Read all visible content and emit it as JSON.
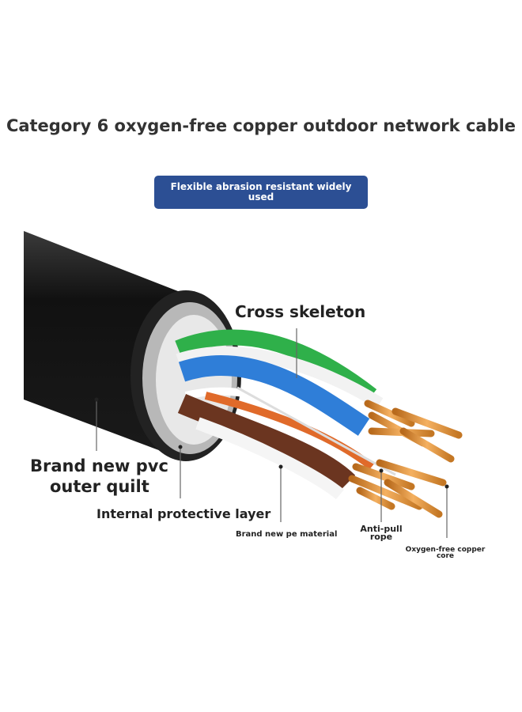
{
  "title": "Category 6 oxygen-free copper outdoor network cable",
  "badge": "Flexible abrasion resistant widely used",
  "labels": {
    "cross_skeleton": "Cross skeleton",
    "pvc_line1": "Brand new pvc",
    "pvc_line2": "outer quilt",
    "protective_layer": "Internal protective layer",
    "pe_material": "Brand new pe material",
    "anti_pull_line1": "Anti-pull",
    "anti_pull_line2": "rope",
    "copper_line1": "Oxygen-free copper",
    "copper_line2": "core"
  },
  "colors": {
    "badge": "#2c4f94",
    "jacket": "#1c1c1c",
    "copper": "#e39a3c",
    "blue": "#2f7ed8",
    "green": "#2fb04a",
    "brown": "#6b3520"
  }
}
